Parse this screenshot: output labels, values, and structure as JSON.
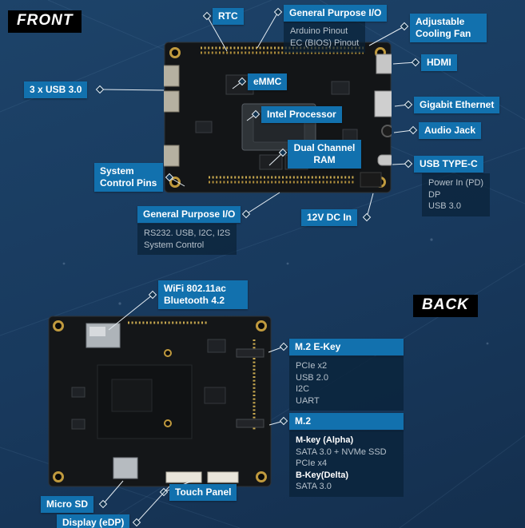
{
  "colors": {
    "background": "#18395d",
    "tag_blue": "#1271ae",
    "line": "#e4ecf2"
  },
  "front": {
    "section_label": "FRONT",
    "rtc": "RTC",
    "gpio_top": "General Purpose I/O",
    "gpio_top_sub": [
      "Arduino Pinout",
      "EC (BIOS) Pinout"
    ],
    "cooling_fan": "Adjustable Cooling Fan",
    "hdmi": "HDMI",
    "gigabit_ethernet": "Gigabit Ethernet",
    "audio_jack": "Audio Jack",
    "usb_type_c": "USB TYPE-C",
    "usb_type_c_sub": [
      "Power In (PD)",
      "DP",
      "USB 3.0"
    ],
    "usb3": "3 x USB 3.0",
    "system_control_pins": "System Control Pins",
    "emmc": "eMMC",
    "intel_processor": "Intel Processor",
    "dual_channel_ram": "Dual Channel RAM",
    "gpio_bottom": "General Purpose I/O",
    "gpio_bottom_sub": [
      "RS232. USB, I2C, I2S",
      "System Control"
    ],
    "dc_in": "12V DC In"
  },
  "back": {
    "section_label": "BACK",
    "wifi_line1": "WiFi 802.11ac",
    "wifi_line2": "Bluetooth  4.2",
    "m2_ekey": "M.2 E-Key",
    "m2_ekey_sub": [
      "PCIe x2",
      "USB 2.0",
      "I2C",
      "UART"
    ],
    "m2": "M.2",
    "m2_sub": [
      "M-key (Alpha)",
      "SATA 3.0 + NVMe SSD",
      "PCIe  x4",
      "B-Key(Delta)",
      "SATA 3.0"
    ],
    "micro_sd": "Micro SD",
    "touch_panel": "Touch Panel",
    "display_edp": "Display (eDP)"
  }
}
